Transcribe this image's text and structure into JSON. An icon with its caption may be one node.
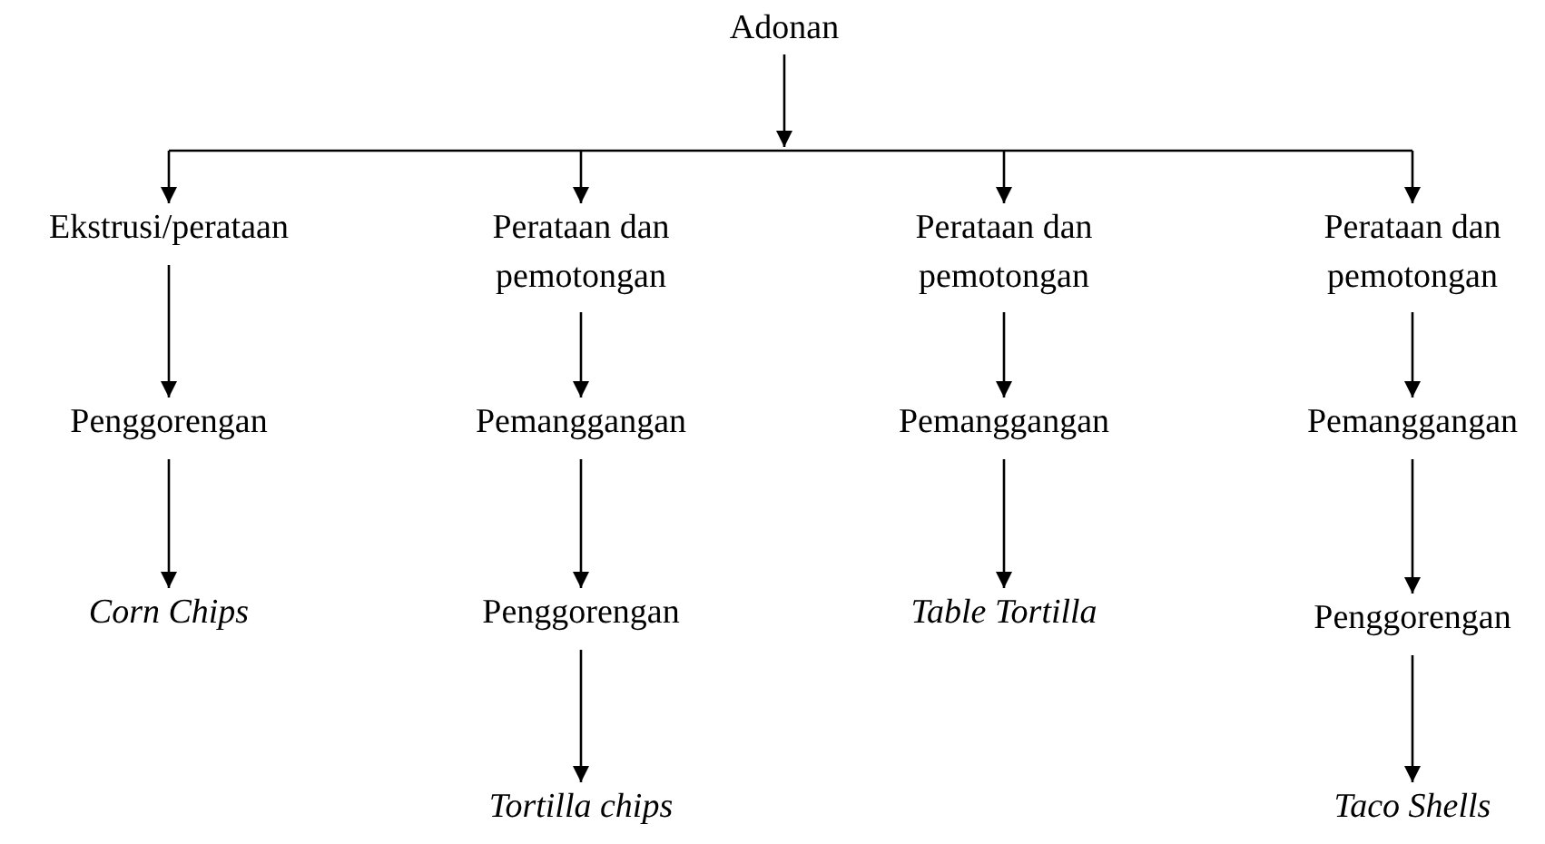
{
  "diagram": {
    "nodes": [
      {
        "text": [
          "Adonan"
        ]
      },
      {
        "text": [
          "Ekstrusi/perataan"
        ]
      },
      {
        "text": [
          "Penggorengan"
        ]
      },
      {
        "text": [
          "Corn Chips"
        ]
      },
      {
        "text": [
          "Perataan dan pemotongan"
        ]
      },
      {
        "text": [
          "Pemanggangan"
        ]
      },
      {
        "text": [
          "Penggorengan"
        ]
      },
      {
        "text": [
          "Tortilla chips"
        ]
      },
      {
        "text": [
          "Perataan dan pemotongan"
        ]
      },
      {
        "text": [
          "Pemanggangan"
        ]
      },
      {
        "text": [
          "Table Tortilla"
        ]
      },
      {
        "text": [
          "Perataan dan pemotongan"
        ]
      },
      {
        "text": [
          "Pemanggangan"
        ]
      },
      {
        "text": [
          "Penggorengan"
        ]
      },
      {
        "text": [
          "Taco Shells"
        ]
      }
    ],
    "edges": [
      {
        "from": 0,
        "to": 1,
        "arrow": "to"
      },
      {
        "from": 0,
        "to": 4,
        "arrow": "to"
      },
      {
        "from": 0,
        "to": 8,
        "arrow": "to"
      },
      {
        "from": 0,
        "to": 11,
        "arrow": "to"
      },
      {
        "from": 1,
        "to": 2,
        "arrow": "to"
      },
      {
        "from": 2,
        "to": 3,
        "arrow": "to"
      },
      {
        "from": 4,
        "to": 5,
        "arrow": "to"
      },
      {
        "from": 5,
        "to": 6,
        "arrow": "to"
      },
      {
        "from": 6,
        "to": 7,
        "arrow": "to"
      },
      {
        "from": 8,
        "to": 9,
        "arrow": "to"
      },
      {
        "from": 9,
        "to": 10,
        "arrow": "to"
      },
      {
        "from": 11,
        "to": 12,
        "arrow": "to"
      },
      {
        "from": 12,
        "to": 13,
        "arrow": "to"
      },
      {
        "from": 13,
        "to": 14,
        "arrow": "to"
      }
    ]
  }
}
